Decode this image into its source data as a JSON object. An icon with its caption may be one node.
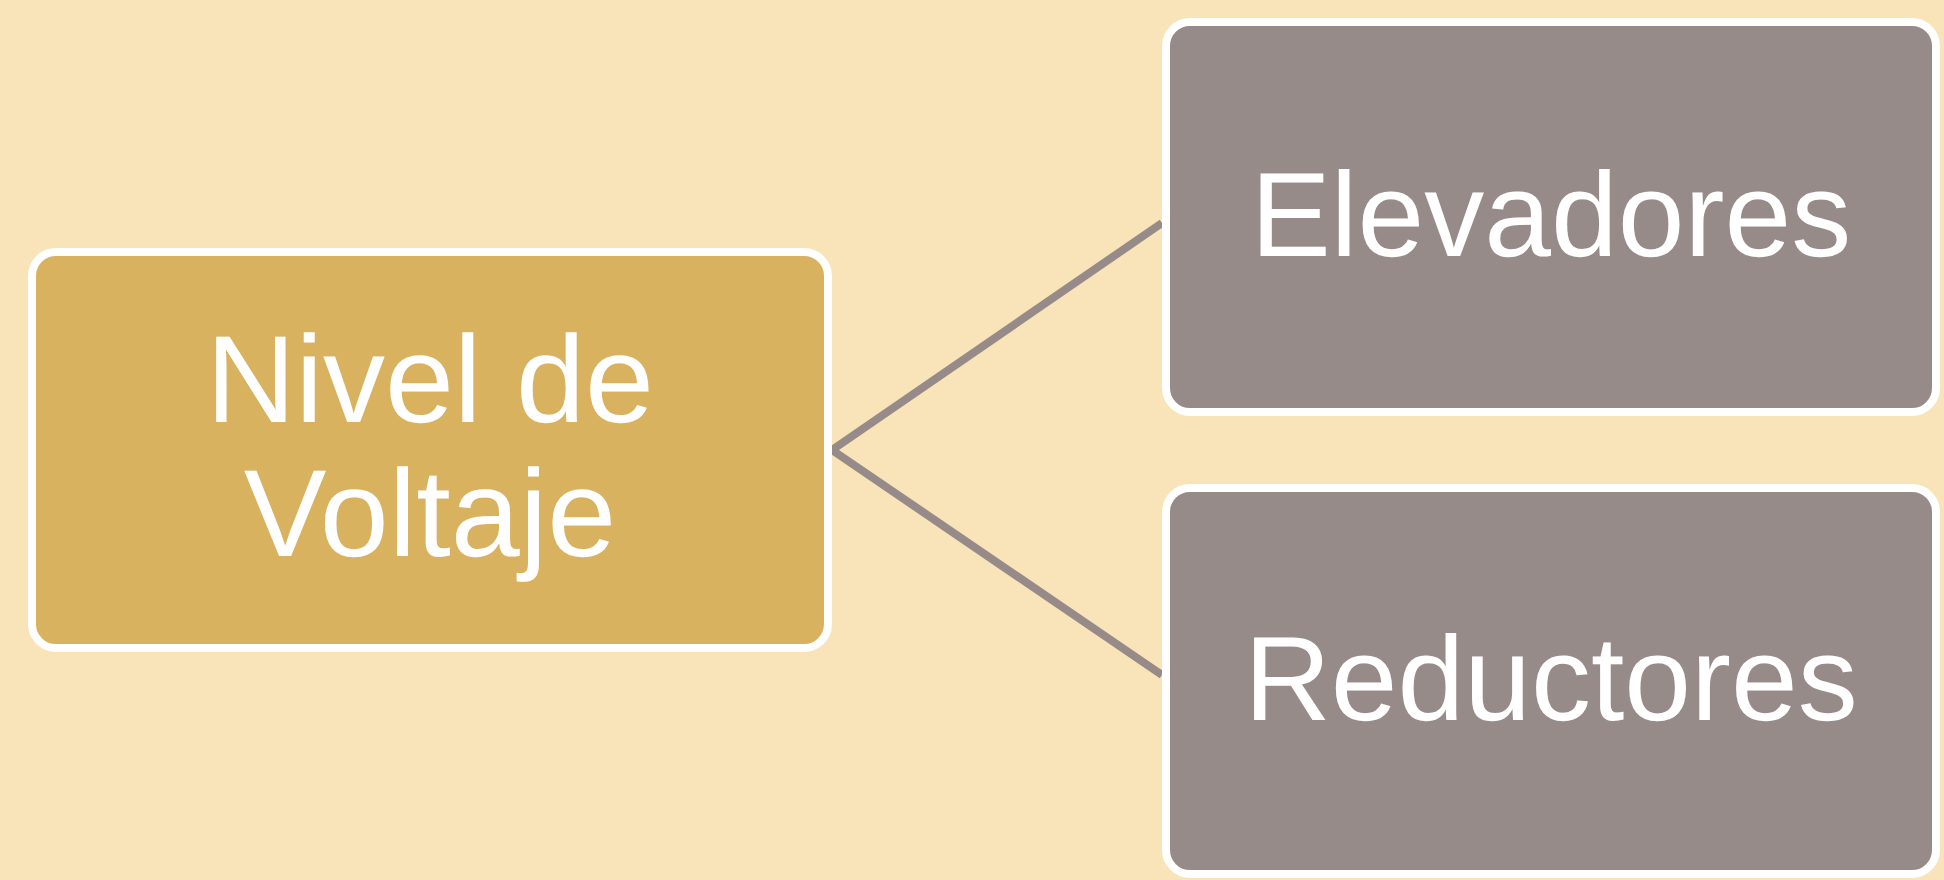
{
  "diagram": {
    "nodes": [
      {
        "text": [
          "Nivel de Voltaje"
        ]
      },
      {
        "text": [
          "Elevadores"
        ]
      },
      {
        "text": [
          "Reductores"
        ]
      }
    ],
    "edges": [
      {
        "from": 0,
        "to": 1,
        "arrow": "none"
      },
      {
        "from": 0,
        "to": 2,
        "arrow": "none"
      }
    ]
  }
}
